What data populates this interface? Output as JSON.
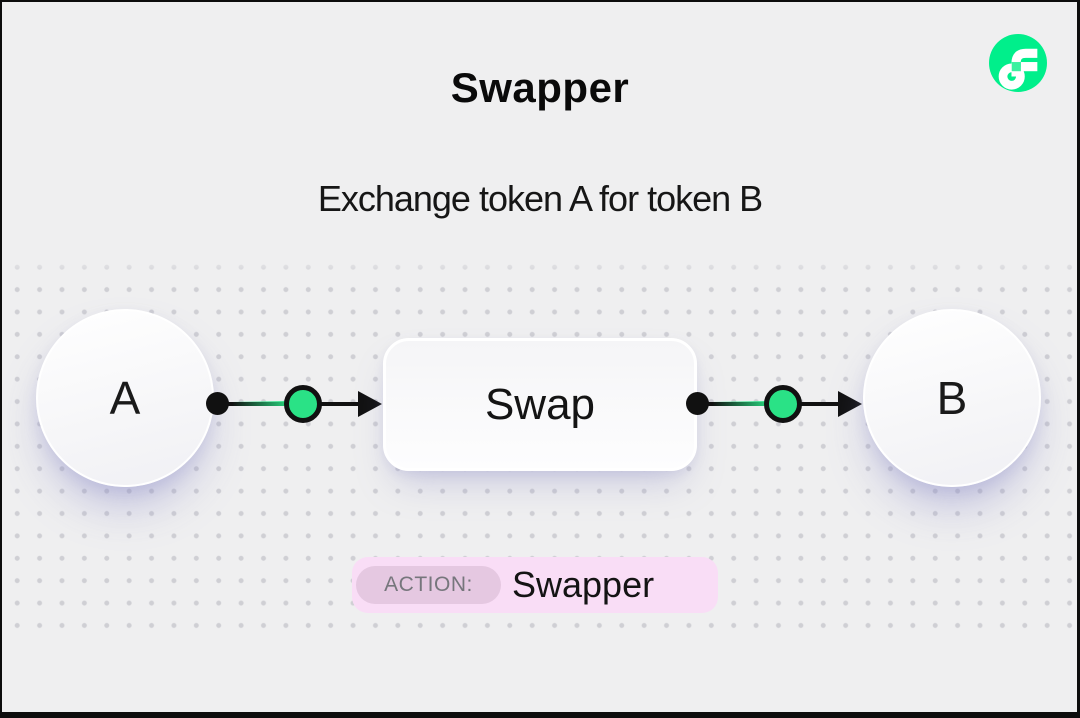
{
  "page": {
    "background": "#efeff0",
    "frame_color": "#0d0d0d",
    "dot_color": "#cfcfd4"
  },
  "header": {
    "title": "Swapper",
    "subtitle": "Exchange token A for token B"
  },
  "logo": {
    "name": "flow-logo",
    "circle_color": "#00ef8b",
    "glyph_color": "#ffffff",
    "accent_square_color": "#3cf1a0"
  },
  "diagram": {
    "nodes": [
      {
        "id": "token-a",
        "label": "A",
        "shape": "circle"
      },
      {
        "id": "swap",
        "label": "Swap",
        "shape": "rounded-box"
      },
      {
        "id": "token-b",
        "label": "B",
        "shape": "circle"
      }
    ],
    "edges": [
      {
        "from": "token-a",
        "to": "swap"
      },
      {
        "from": "swap",
        "to": "token-b"
      }
    ],
    "connector_color": "#111111",
    "token_dot_color": "#2ae286"
  },
  "badge": {
    "label": "ACTION:",
    "value": "Swapper",
    "bg_color": "#f9ddf6",
    "label_bg_color": "#e5c8e1",
    "label_text_color": "#76767c"
  }
}
